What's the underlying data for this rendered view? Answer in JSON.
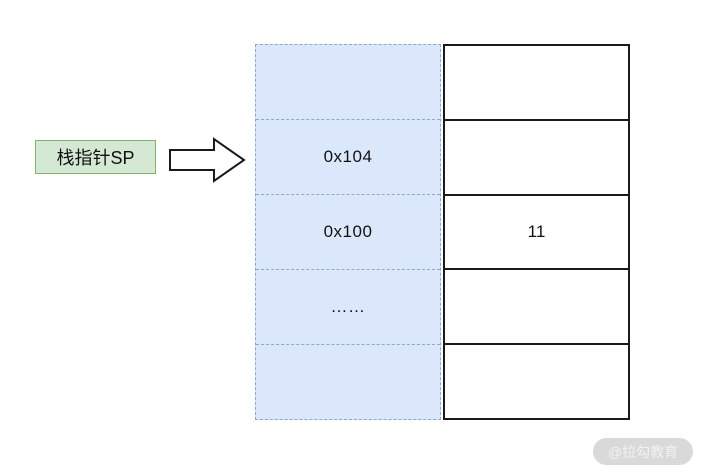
{
  "diagram": {
    "pointer_label": "栈指针SP",
    "memory": {
      "rows": [
        {
          "address": "",
          "value": ""
        },
        {
          "address": "0x104",
          "value": ""
        },
        {
          "address": "0x100",
          "value": "11"
        },
        {
          "address": "……",
          "value": ""
        },
        {
          "address": "",
          "value": ""
        }
      ]
    },
    "colors": {
      "address_fill": "#dbe8fc",
      "address_dash_border": "#8fa8cd",
      "value_border": "#1a1a1a",
      "label_fill": "#d5e8d4",
      "label_border": "#82b366"
    }
  },
  "watermark": {
    "text": "@拉勾教育"
  }
}
